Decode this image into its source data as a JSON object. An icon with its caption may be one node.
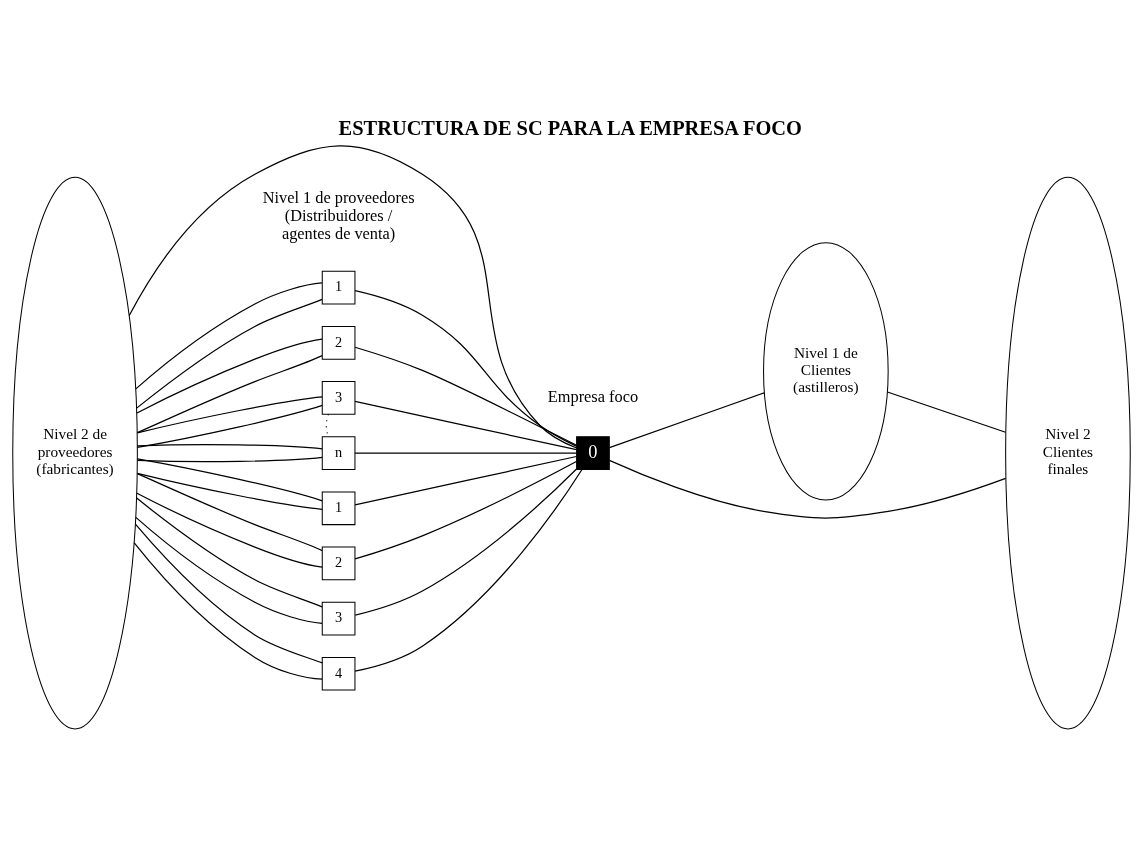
{
  "diagram": {
    "title": "ESTRUCTURA DE SC PARA LA EMPRESA FOCO",
    "nodes": [
      {
        "text": [
          "Nivel 2 de proveedores (fabricantes)"
        ]
      },
      {
        "text": [
          "1"
        ]
      },
      {
        "text": [
          "2"
        ]
      },
      {
        "text": [
          "3"
        ]
      },
      {
        "text": [
          "n"
        ]
      },
      {
        "text": [
          "1"
        ]
      },
      {
        "text": [
          "2"
        ]
      },
      {
        "text": [
          "3"
        ]
      },
      {
        "text": [
          "4"
        ]
      },
      {
        "text": [
          "0"
        ]
      },
      {
        "text": [
          "Nivel 1 de Clientes (astilleros)"
        ]
      },
      {
        "text": [
          "Nivel 2 Clientes finales"
        ]
      }
    ],
    "edges": [
      {
        "from": 0,
        "to": 1,
        "arrow": "none"
      },
      {
        "from": 0,
        "to": 1,
        "arrow": "none"
      },
      {
        "from": 0,
        "to": 2,
        "arrow": "none"
      },
      {
        "from": 0,
        "to": 2,
        "arrow": "none"
      },
      {
        "from": 0,
        "to": 3,
        "arrow": "none"
      },
      {
        "from": 0,
        "to": 3,
        "arrow": "none"
      },
      {
        "from": 0,
        "to": 4,
        "arrow": "none"
      },
      {
        "from": 0,
        "to": 4,
        "arrow": "none"
      },
      {
        "from": 0,
        "to": 9,
        "arrow": "none"
      },
      {
        "from": 0,
        "to": 5,
        "arrow": "none"
      },
      {
        "from": 0,
        "to": 5,
        "arrow": "none"
      },
      {
        "from": 0,
        "to": 6,
        "arrow": "none"
      },
      {
        "from": 0,
        "to": 6,
        "arrow": "none"
      },
      {
        "from": 0,
        "to": 7,
        "arrow": "none"
      },
      {
        "from": 0,
        "to": 7,
        "arrow": "none"
      },
      {
        "from": 0,
        "to": 8,
        "arrow": "none"
      },
      {
        "from": 0,
        "to": 8,
        "arrow": "none"
      },
      {
        "from": 3,
        "to": 4,
        "arrow": "none",
        "style": "dashed"
      },
      {
        "from": 1,
        "to": 9,
        "arrow": "none"
      },
      {
        "from": 2,
        "to": 9,
        "arrow": "none"
      },
      {
        "from": 3,
        "to": 9,
        "arrow": "none"
      },
      {
        "from": 4,
        "to": 9,
        "arrow": "none"
      },
      {
        "from": 5,
        "to": 9,
        "arrow": "none"
      },
      {
        "from": 6,
        "to": 9,
        "arrow": "none"
      },
      {
        "from": 7,
        "to": 9,
        "arrow": "none"
      },
      {
        "from": 8,
        "to": 9,
        "arrow": "none"
      },
      {
        "from": 9,
        "to": 10,
        "arrow": "none"
      },
      {
        "from": 9,
        "to": 11,
        "arrow": "none"
      },
      {
        "from": 10,
        "to": 11,
        "arrow": "none"
      }
    ],
    "labels": [
      "Nivel 1 de proveedores (Distribuidores / agentes de venta)",
      "Empresa foco"
    ]
  }
}
